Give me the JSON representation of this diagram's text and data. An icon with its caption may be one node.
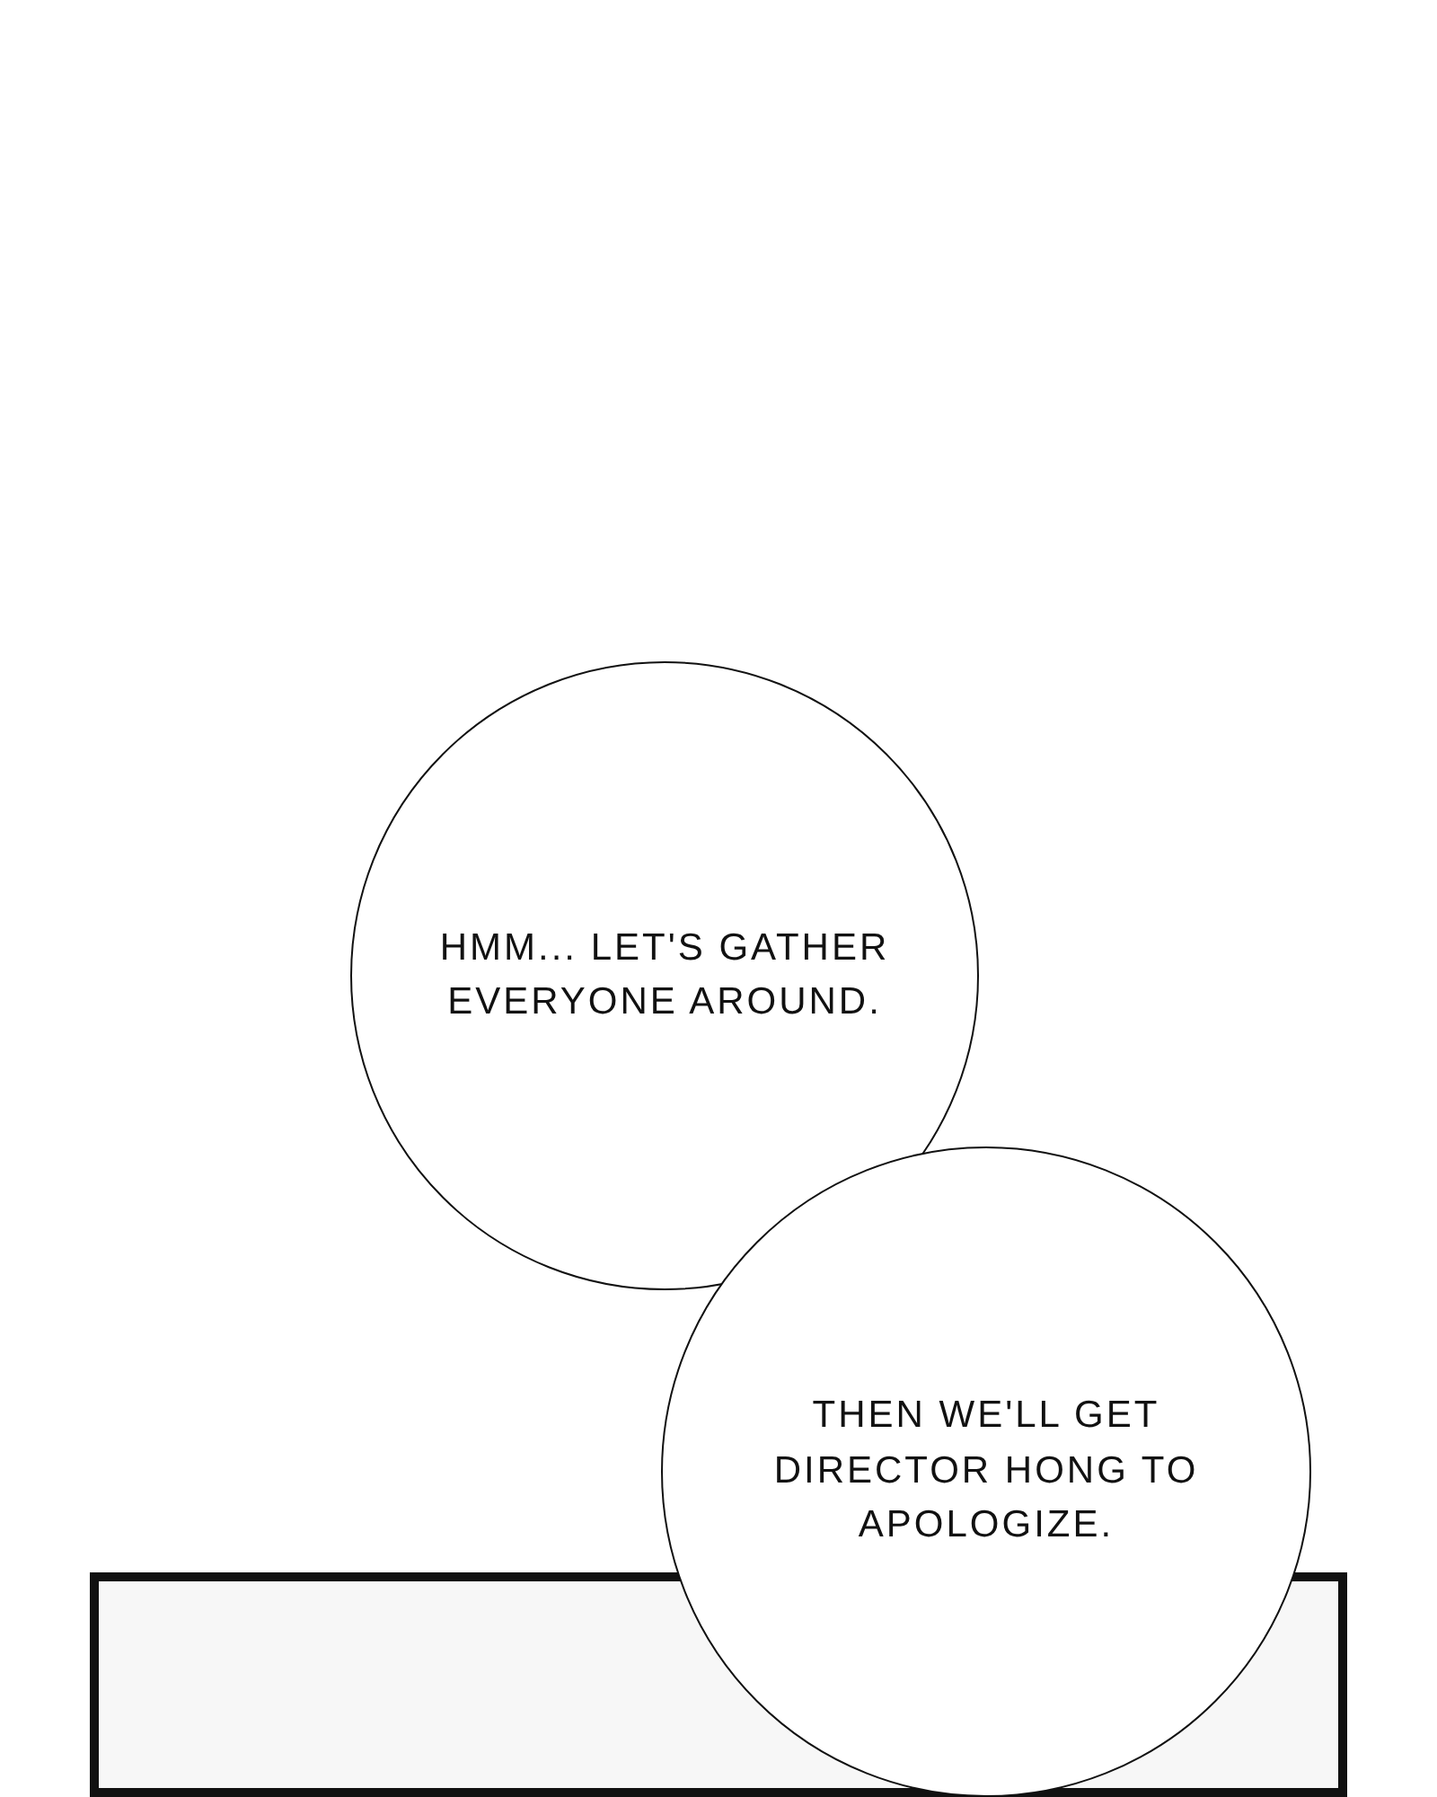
{
  "diagram": {
    "nodes": [
      {
        "text": [
          "HMM... LET'S GATHER EVERYONE AROUND."
        ]
      },
      {
        "text": [
          "THEN WE'LL GET DIRECTOR HONG TO APOLOGIZE."
        ]
      },
      {
        "text": [],
        "shape": "box"
      }
    ]
  }
}
